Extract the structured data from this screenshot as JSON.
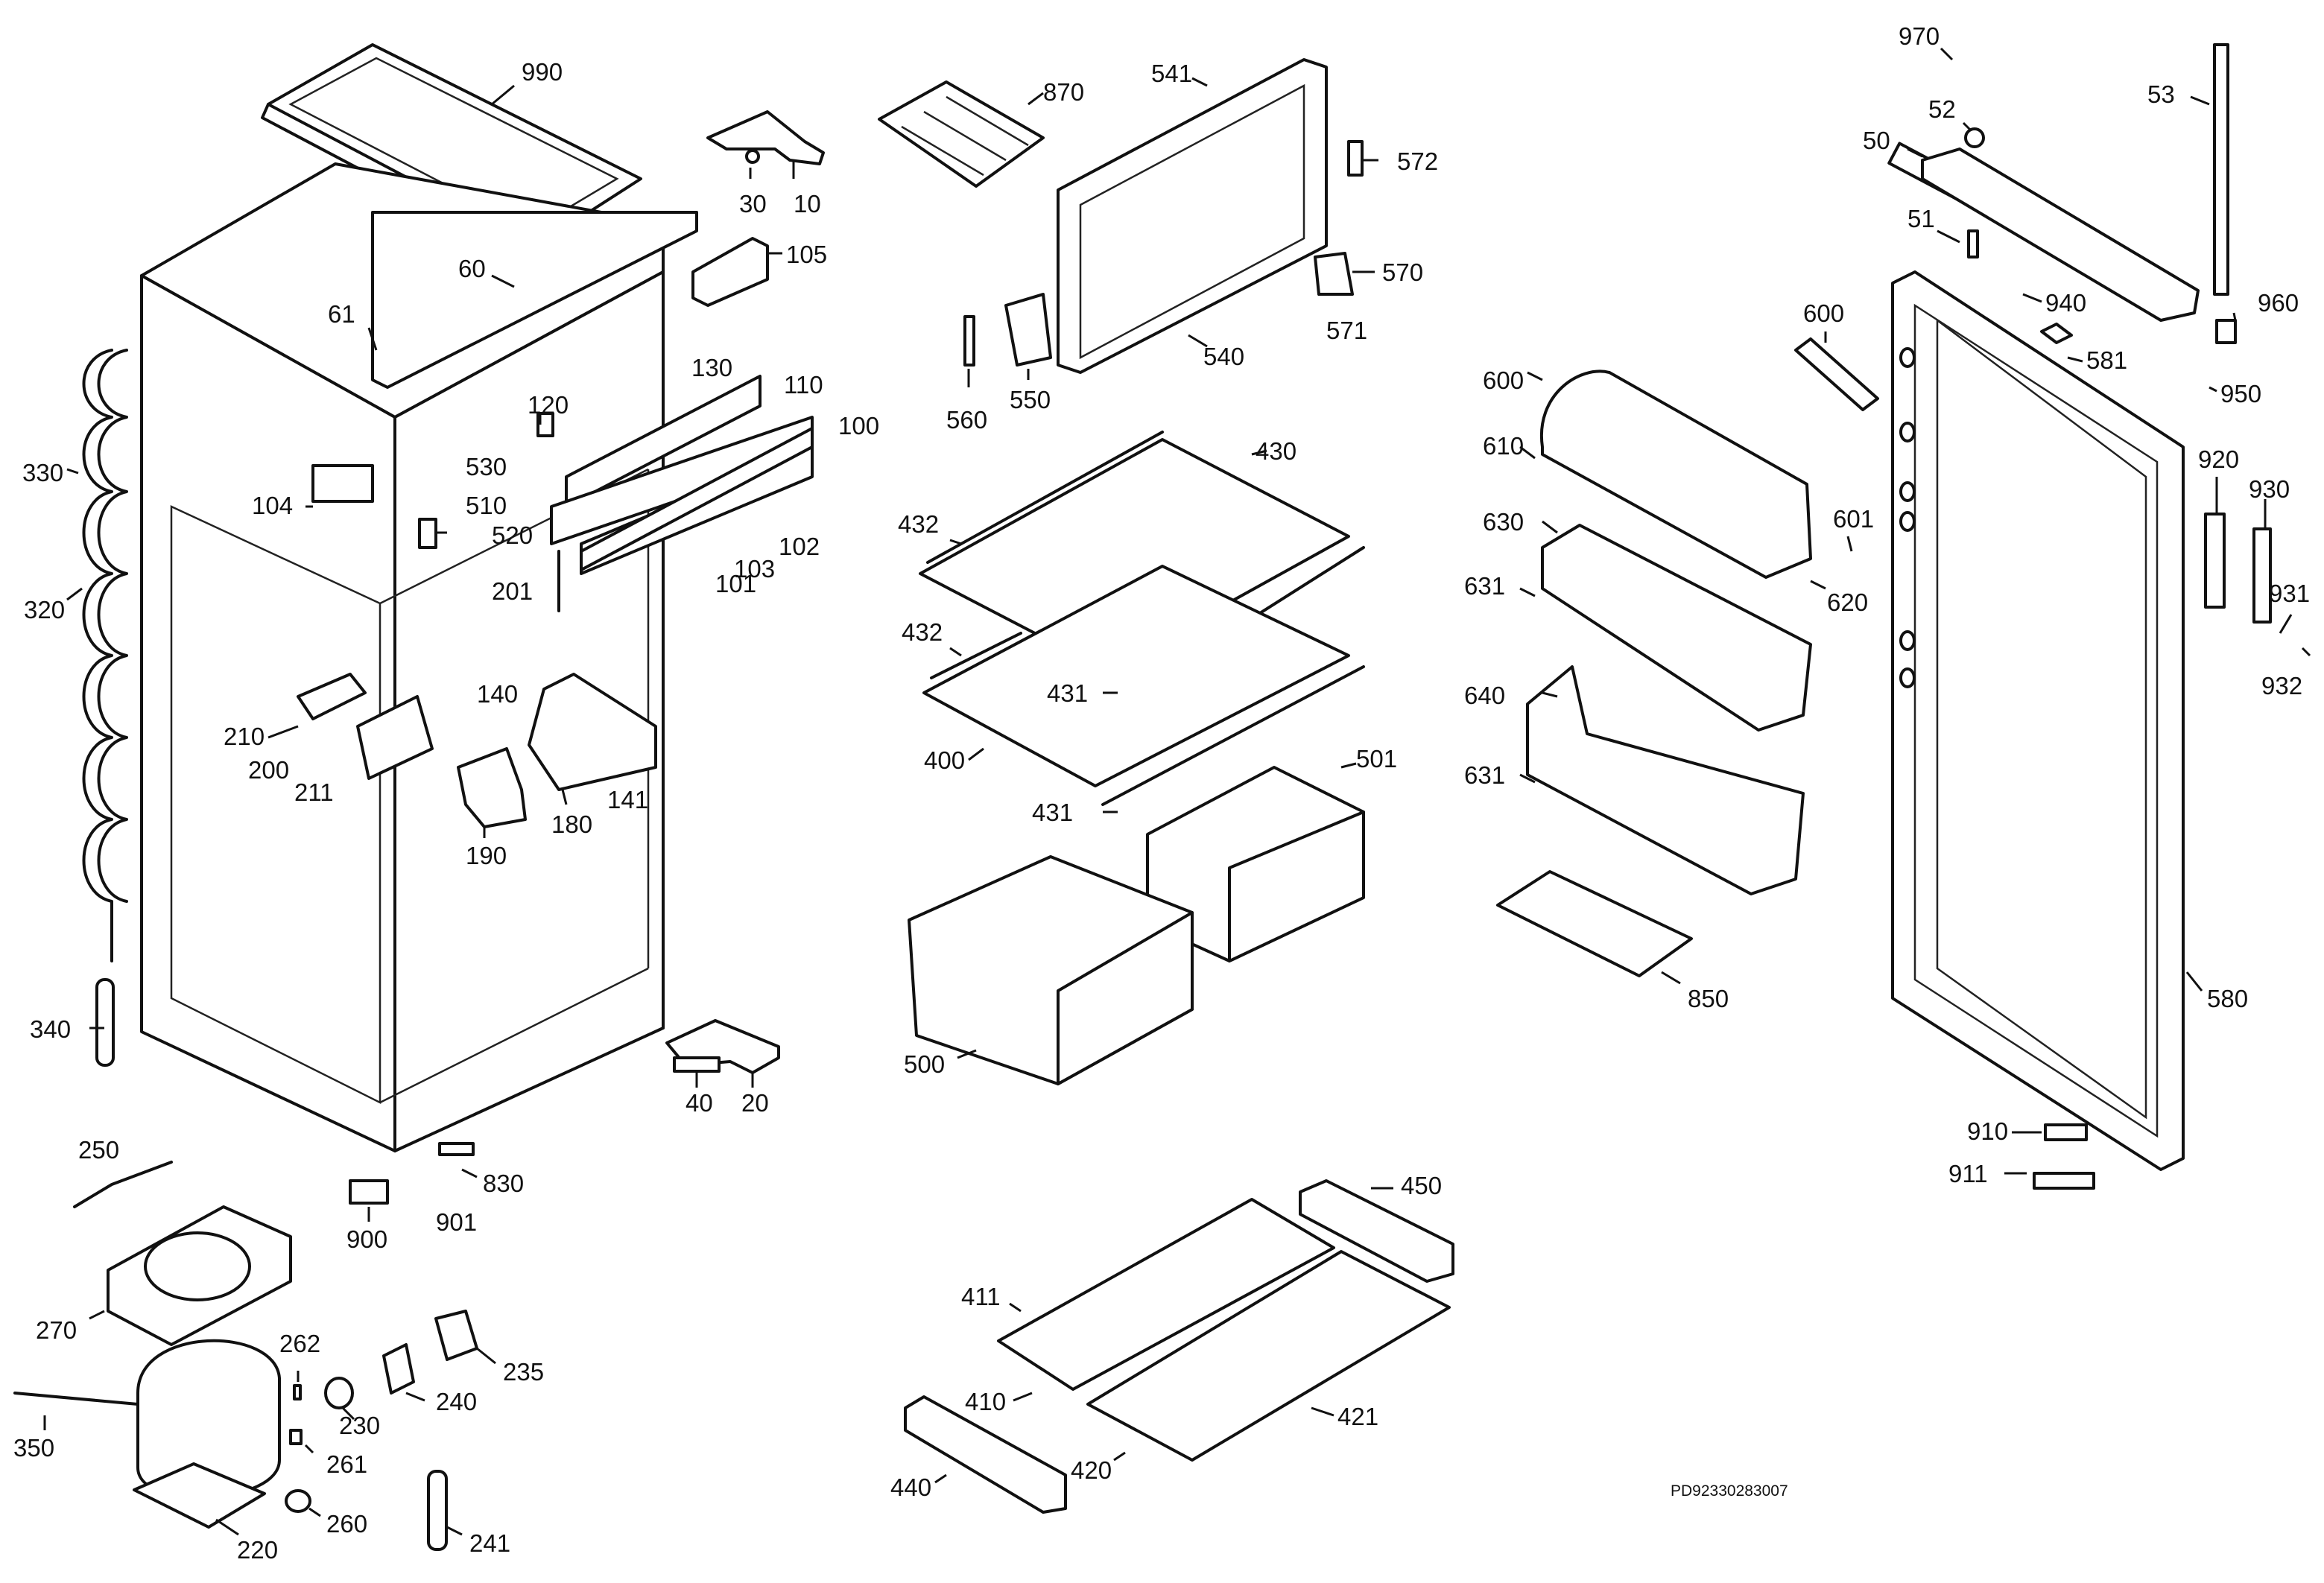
{
  "diagram": {
    "callouts": {
      "c990": "990",
      "c10": "10",
      "c30": "30",
      "c105": "105",
      "c60": "60",
      "c61": "61",
      "c130": "130",
      "c120": "120",
      "c110": "110",
      "c100": "100",
      "c330": "330",
      "c530": "530",
      "c104": "104",
      "c510": "510",
      "c520": "520",
      "c102": "102",
      "c103": "103",
      "c101": "101",
      "c201": "201",
      "c320": "320",
      "c140": "140",
      "c210": "210",
      "c200": "200",
      "c211": "211",
      "c141": "141",
      "c180": "180",
      "c190": "190",
      "c340": "340",
      "c40": "40",
      "c20": "20",
      "c250": "250",
      "c830": "830",
      "c900": "900",
      "c901": "901",
      "c270": "270",
      "c262": "262",
      "c235": "235",
      "c240": "240",
      "c230": "230",
      "c350": "350",
      "c261": "261",
      "c260": "260",
      "c220": "220",
      "c241": "241",
      "c870": "870",
      "c541": "541",
      "c572": "572",
      "c570": "570",
      "c571": "571",
      "c540": "540",
      "c550": "550",
      "c560": "560",
      "c430": "430",
      "c432a": "432",
      "c432b": "432",
      "c431a": "431",
      "c400": "400",
      "c431b": "431",
      "c501": "501",
      "c500": "500",
      "c450": "450",
      "c411": "411",
      "c410": "410",
      "c421": "421",
      "c420": "420",
      "c440": "440",
      "c970": "970",
      "c52": "52",
      "c53": "53",
      "c50": "50",
      "c51": "51",
      "c940": "940",
      "c960": "960",
      "c581": "581",
      "c950": "950",
      "c600a": "600",
      "c600b": "600",
      "c610": "610",
      "c601": "601",
      "c620": "620",
      "c630": "630",
      "c631a": "631",
      "c640": "640",
      "c631b": "631",
      "c850": "850",
      "c920": "920",
      "c930": "930",
      "c931": "931",
      "c932": "932",
      "c580": "580",
      "c910": "910",
      "c911": "911"
    },
    "drawing_code": "PD92330283007"
  }
}
